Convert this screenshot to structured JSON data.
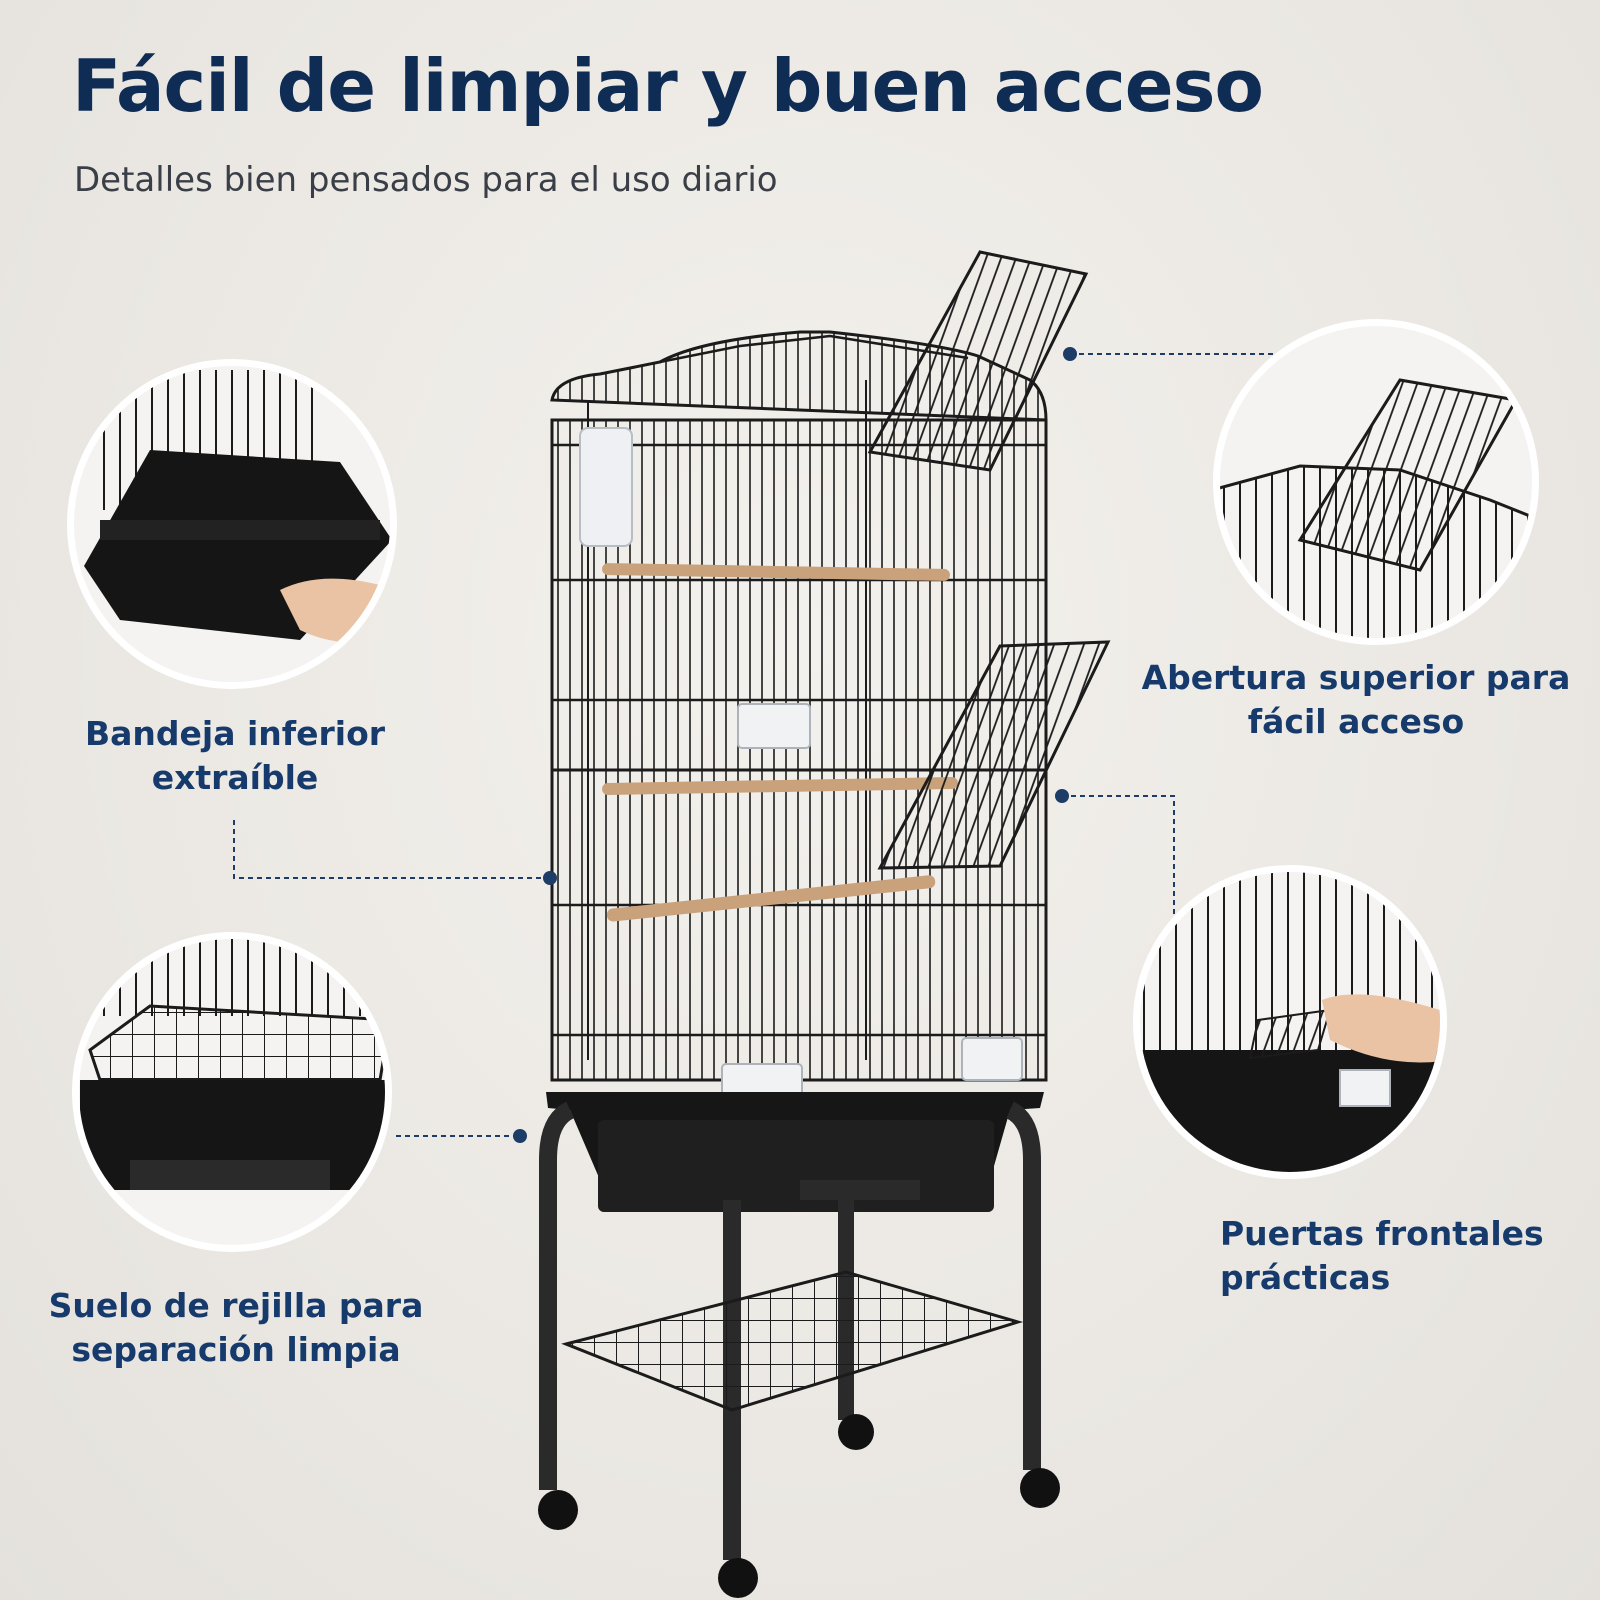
{
  "header": {
    "title": "Fácil de limpiar y buen acceso",
    "subtitle": "Detalles bien pensados para el uso diario"
  },
  "features": {
    "tray": {
      "line1": "Bandeja inferior",
      "line2": "extraíble"
    },
    "grid_floor": {
      "line1": "Suelo de rejilla para",
      "line2": "separación limpia"
    },
    "top_opening": {
      "line1": "Abertura superior para",
      "line2": "fácil acceso"
    },
    "front_doors": {
      "line1": "Puertas frontales",
      "line2": "prácticas"
    }
  },
  "colors": {
    "title": "#0f2c55",
    "label": "#163a6b",
    "callout": "#1d3c66",
    "cage": "#1b1b1b"
  }
}
